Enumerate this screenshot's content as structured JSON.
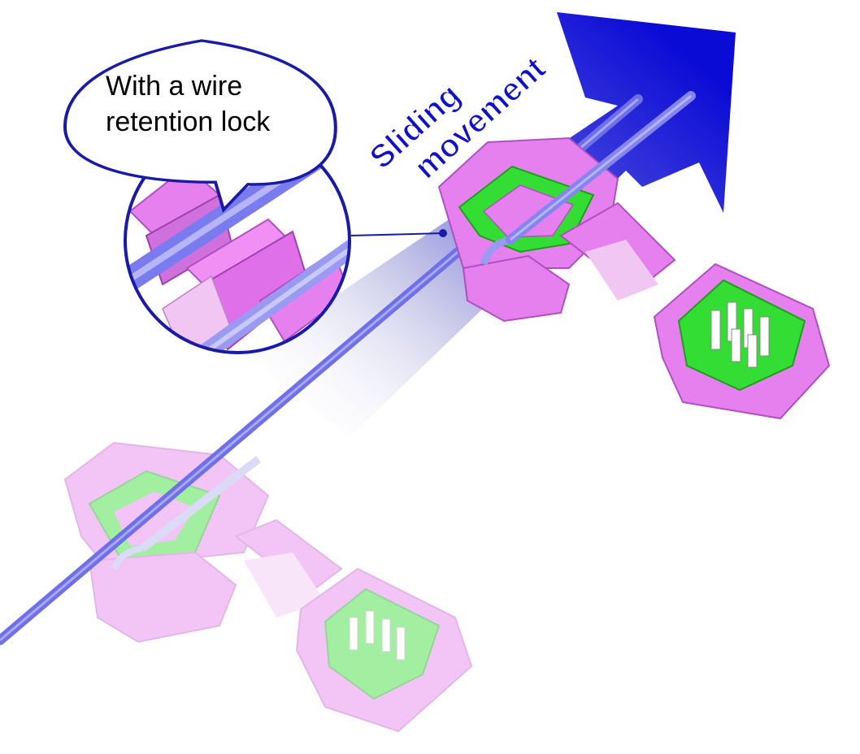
{
  "callout": {
    "line1": "With a wire",
    "line2": "retention lock"
  },
  "arrow_label": {
    "line1": "Sliding",
    "line2": "movement"
  },
  "colors": {
    "housing_magenta": "#e680ee",
    "housing_faded": "#f2c6f3",
    "seal_green": "#33dd33",
    "seal_faded": "#a8eca8",
    "wire_blue": "#7b7bf0",
    "arrow_blue": "#1010d8",
    "outline_navy": "#1a1aa8"
  },
  "icons": [
    "sliding-arrow-icon",
    "magnifier-callout-icon"
  ]
}
